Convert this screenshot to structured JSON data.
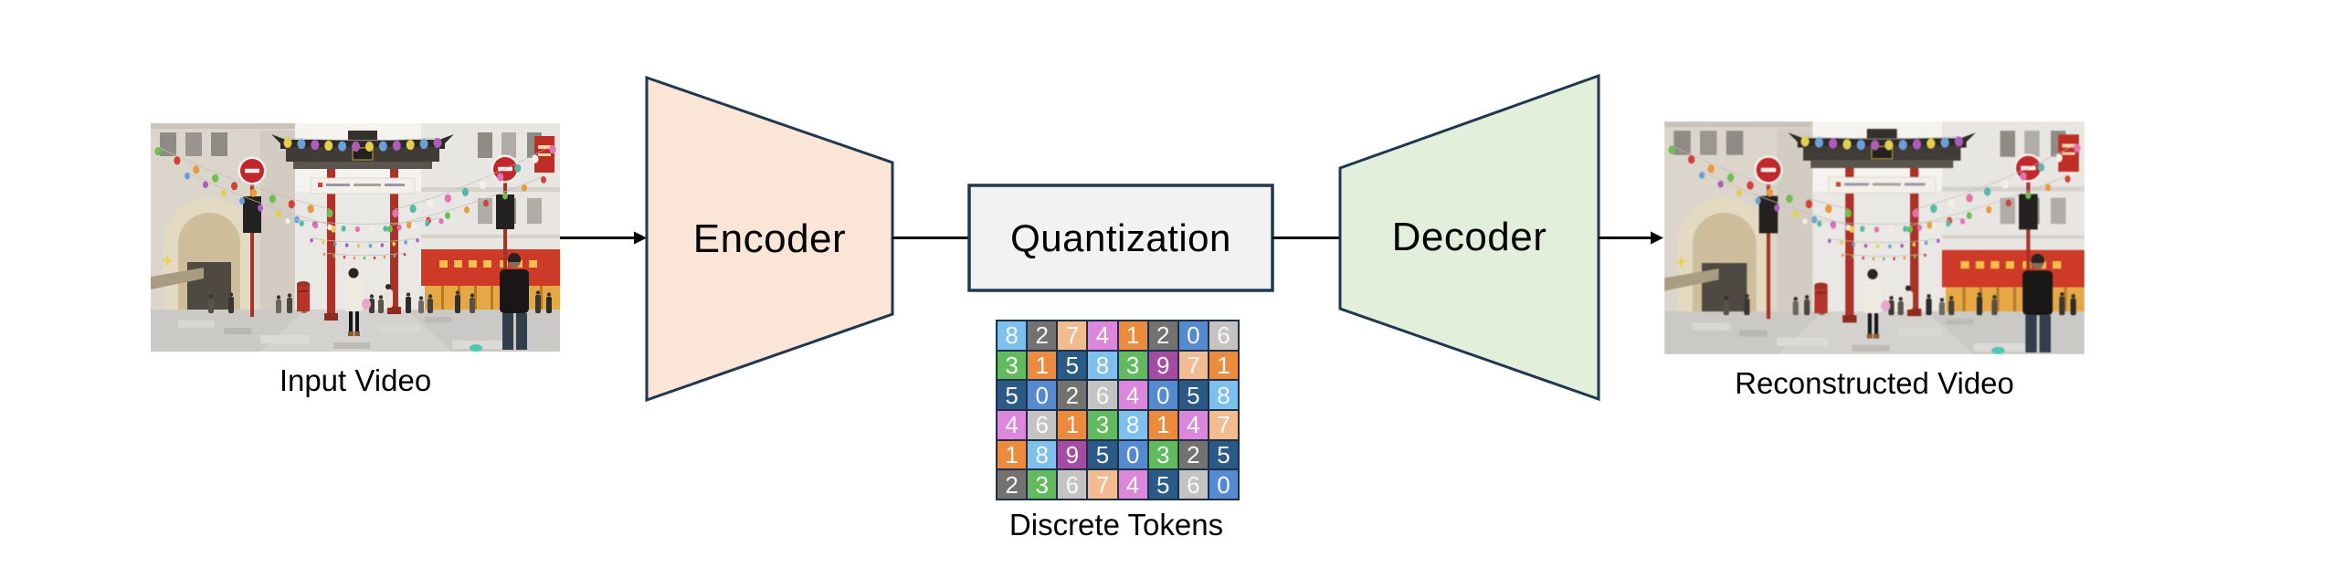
{
  "labels": {
    "input_video": "Input Video",
    "encoder": "Encoder",
    "quantization": "Quantization",
    "decoder": "Decoder",
    "reconstructed_video": "Reconstructed Video",
    "discrete_tokens": "Discrete Tokens"
  },
  "tokens": {
    "grid_rows": 6,
    "grid_cols": 8,
    "rows": [
      [
        8,
        2,
        7,
        4,
        1,
        2,
        0,
        6
      ],
      [
        3,
        1,
        5,
        8,
        3,
        9,
        7,
        1
      ],
      [
        5,
        0,
        2,
        6,
        4,
        0,
        5,
        8
      ],
      [
        4,
        6,
        1,
        3,
        8,
        1,
        4,
        7
      ],
      [
        1,
        8,
        9,
        5,
        0,
        3,
        2,
        5
      ],
      [
        2,
        3,
        6,
        7,
        4,
        5,
        6,
        0
      ]
    ],
    "digit_colors": {
      "0": "#5589D0",
      "1": "#EC8A3E",
      "2": "#737270",
      "3": "#62BA5E",
      "4": "#DC87DC",
      "5": "#2B5A86",
      "6": "#C4C3C1",
      "7": "#F3BC90",
      "8": "#7DC0EE",
      "9": "#A44BA4"
    },
    "cell_text_color": "#F6F8F6",
    "border_color": "#1E3048"
  },
  "colors": {
    "background": "#FFFFFF",
    "encoder_fill": "#FBE5D6",
    "decoder_fill": "#E2EFDA",
    "quantization_fill": "#F2F2F3",
    "shape_stroke": "#1F3850",
    "arrow": "#000000",
    "label_text": "#000000"
  }
}
